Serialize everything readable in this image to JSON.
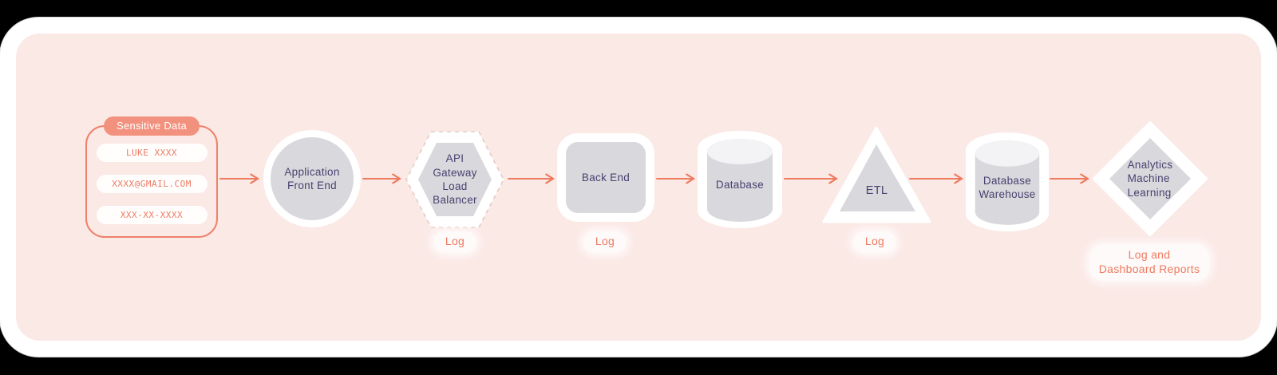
{
  "colors": {
    "background_pink": "#fbe9e6",
    "accent_coral": "#ee7a5f",
    "accent_salmon": "#f2917d",
    "shape_fill_gray": "#d9d8dc",
    "label_text_purple": "#494170"
  },
  "sensitive_data": {
    "title": "Sensitive Data",
    "fields": [
      "LUKE XXXX",
      "XXXX@GMAIL.COM",
      "XXX-XX-XXXX"
    ]
  },
  "nodes": [
    {
      "id": "application-front-end",
      "shape": "circle",
      "label": "Application\nFront End"
    },
    {
      "id": "api-gateway-load-balancer",
      "shape": "hexagon",
      "label": "API\nGateway\nLoad\nBalancer",
      "log": "Log"
    },
    {
      "id": "back-end",
      "shape": "rounded-square",
      "label": "Back End",
      "log": "Log"
    },
    {
      "id": "database",
      "shape": "cylinder",
      "label": "Database"
    },
    {
      "id": "etl",
      "shape": "triangle",
      "label": "ETL",
      "log": "Log"
    },
    {
      "id": "database-warehouse",
      "shape": "cylinder",
      "label": "Database\nWarehouse"
    },
    {
      "id": "analytics-machine-learning",
      "shape": "diamond",
      "label": "Analytics\nMachine\nLearning",
      "log": "Log and\nDashboard Reports"
    }
  ]
}
